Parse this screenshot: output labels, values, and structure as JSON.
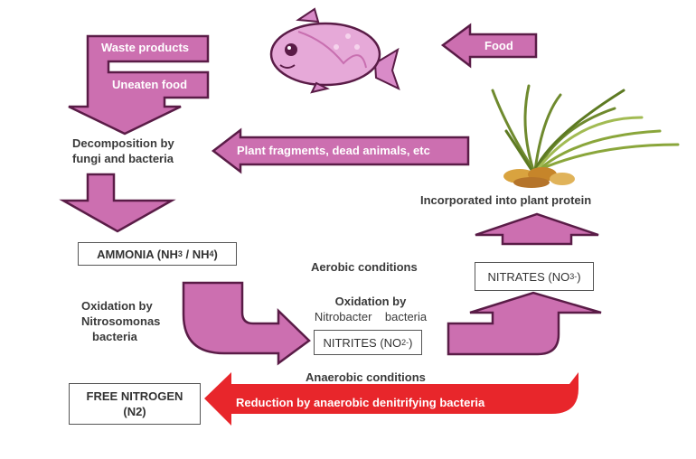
{
  "colors": {
    "arrow_fill": "#cc6fb0",
    "arrow_outline": "#5a1c47",
    "red_arrow": "#e8262b",
    "text": "#3a3a3a"
  },
  "labels": {
    "waste_products": "Waste products",
    "uneaten_food": "Uneaten food",
    "food": "Food",
    "plant_fragments": "Plant fragments, dead animals, etc",
    "decomposition_line1": "Decomposition by",
    "decomposition_line2": "fungi and bacteria",
    "incorporated": "Incorporated into plant protein",
    "aerobic": "Aerobic conditions",
    "oxidation_nitrobacter_line1": "Oxidation by",
    "oxidation_nitrobacter_line2": "Nitrobacter    bacteria",
    "oxidation_nitrosomonas_line1": "Oxidation by",
    "oxidation_nitrosomonas_line2": "Nitrosomonas",
    "oxidation_nitrosomonas_line3": "bacteria",
    "anaerobic": "Anaerobic conditions",
    "reduction": "Reduction by anaerobic denitrifying bacteria"
  },
  "boxes": {
    "ammonia": {
      "prefix": "AMMONIA (NH",
      "sub1": "3",
      "mid": " / NH",
      "sub2": "4",
      "suffix": ")"
    },
    "nitrites": {
      "prefix": "NITRITES (NO",
      "sub": "2",
      "sup": "-",
      "suffix": ")"
    },
    "nitrates": {
      "prefix": "NITRATES (NO",
      "sub": "3",
      "sup": "-",
      "suffix": ")"
    },
    "free_nitrogen_line1": "FREE NITROGEN",
    "free_nitrogen_line2": "(N2)"
  },
  "icons": {
    "fish": "fish-icon",
    "plant": "seagrass-plant-icon"
  }
}
